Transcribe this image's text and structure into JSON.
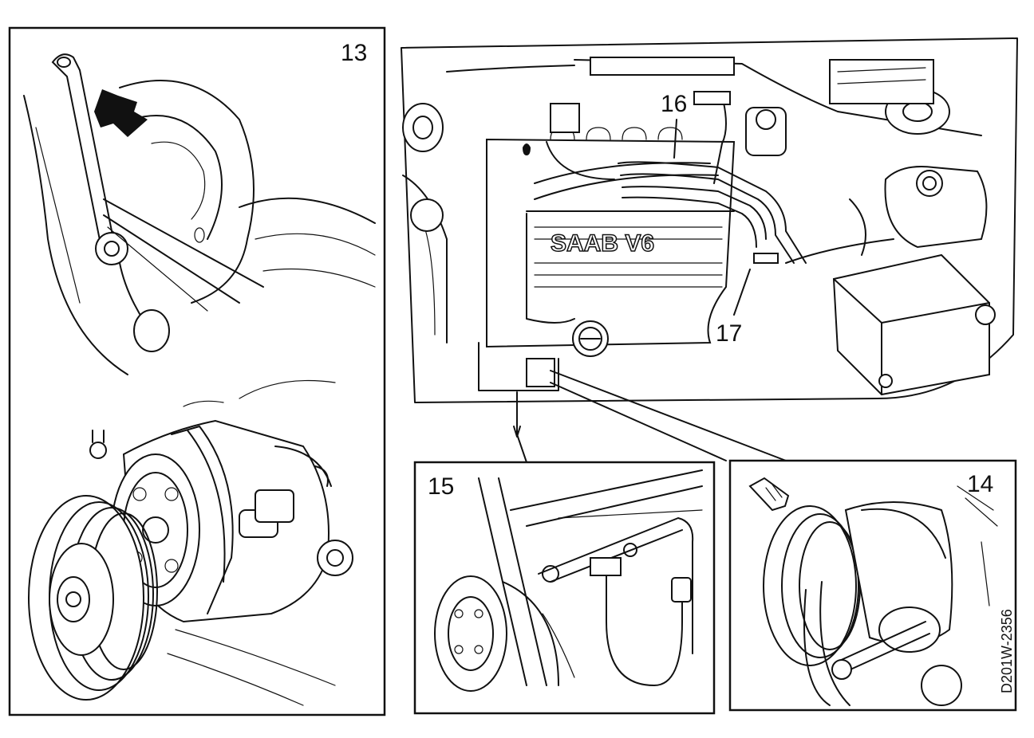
{
  "labels": {
    "p13": "13",
    "p14": "14",
    "p15": "15",
    "p16": "16",
    "p17": "17"
  },
  "doc_id": "D201W-2356",
  "logo_text": "SAAB V6"
}
